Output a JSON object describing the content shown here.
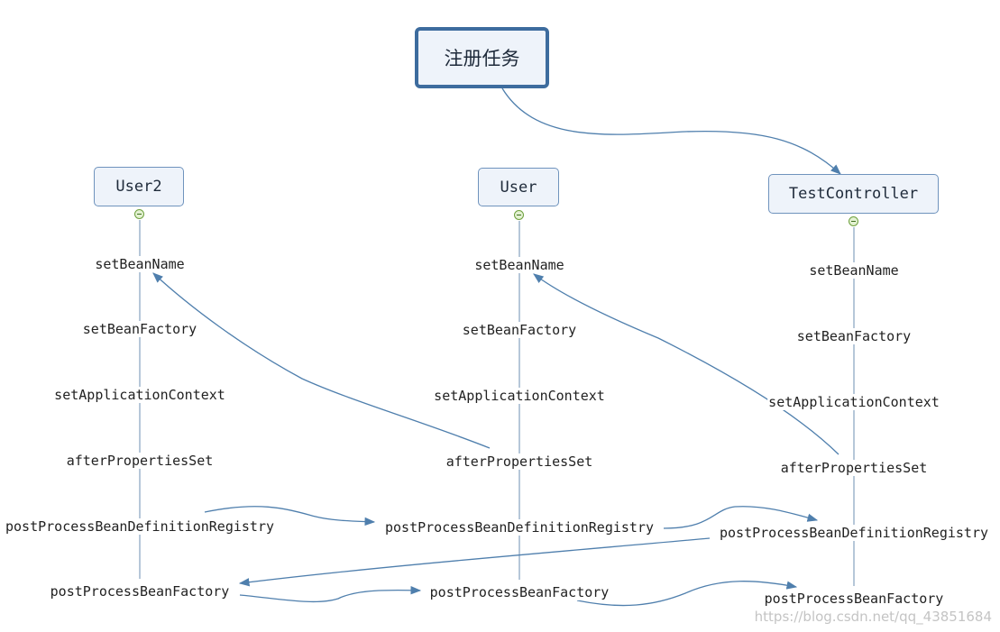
{
  "root": {
    "label": "注册任务"
  },
  "beans": [
    {
      "name": "User2",
      "steps": [
        "setBeanName",
        "setBeanFactory",
        "setApplicationContext",
        "afterPropertiesSet",
        "postProcessBeanDefinitionRegistry",
        "postProcessBeanFactory"
      ]
    },
    {
      "name": "User",
      "steps": [
        "setBeanName",
        "setBeanFactory",
        "setApplicationContext",
        "afterPropertiesSet",
        "postProcessBeanDefinitionRegistry",
        "postProcessBeanFactory"
      ]
    },
    {
      "name": "TestController",
      "steps": [
        "setBeanName",
        "setBeanFactory",
        "setApplicationContext",
        "afterPropertiesSet",
        "postProcessBeanDefinitionRegistry",
        "postProcessBeanFactory"
      ]
    }
  ],
  "watermark": "https://blog.csdn.net/qq_43851684",
  "colors": {
    "connector": "#4f7fad",
    "node_border": "#6f93bd",
    "root_border": "#3d6c9e",
    "collapse": "#6ea13e"
  }
}
